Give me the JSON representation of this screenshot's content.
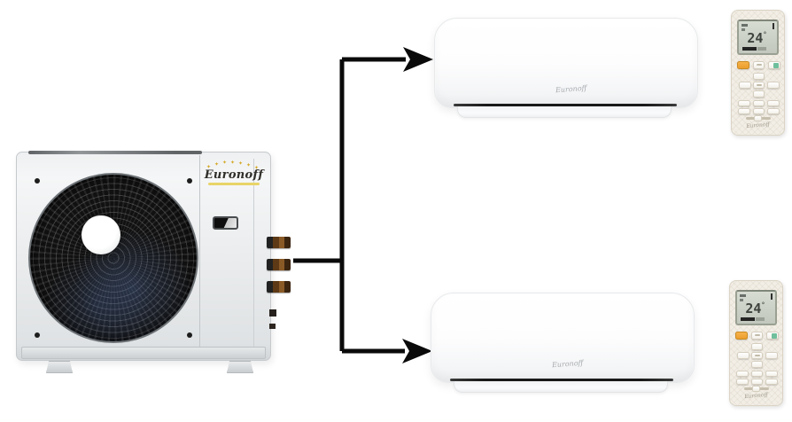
{
  "diagram": {
    "outdoor_unit": {
      "brand": "Euronoff"
    },
    "indoor_units": [
      {
        "brand": "Euronoff"
      },
      {
        "brand": "Euronoff"
      }
    ],
    "remotes": [
      {
        "temperature": "24",
        "degree": "°",
        "brand": "Euronoff"
      },
      {
        "temperature": "24",
        "degree": "°",
        "brand": "Euronoff"
      }
    ],
    "icons": {
      "star": "✦"
    },
    "colors": {
      "arrow_black": "#0a0a0a",
      "brand_gold": "#d4a826",
      "power_button_orange": "#ec9e2d",
      "fan_button_teal": "#6fbf9c",
      "lcd_green_gray": "#ccd2c8",
      "copper_pipe": "#8a5a26"
    }
  }
}
